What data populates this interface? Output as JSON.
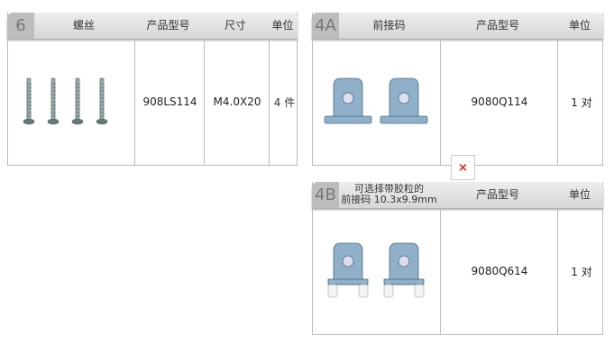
{
  "table6": {
    "num": "6",
    "headers": [
      "螺丝",
      "产品型号",
      "尺寸",
      "单位"
    ],
    "model": "908LS114",
    "size": "M4.0X20",
    "unit": "4 件"
  },
  "table4a": {
    "num": "4A",
    "headers": [
      "前接码",
      "产品型号",
      "单位"
    ],
    "model": "9080Q114",
    "unit": "1 对"
  },
  "table4b": {
    "num": "4B",
    "title_line1": "可选择带胶粒的",
    "title_line2": "前接码 10.3x9.9mm",
    "headers": [
      "产品型号",
      "单位"
    ],
    "model": "9080Q614",
    "unit": "1 对"
  },
  "broken_image": "×"
}
